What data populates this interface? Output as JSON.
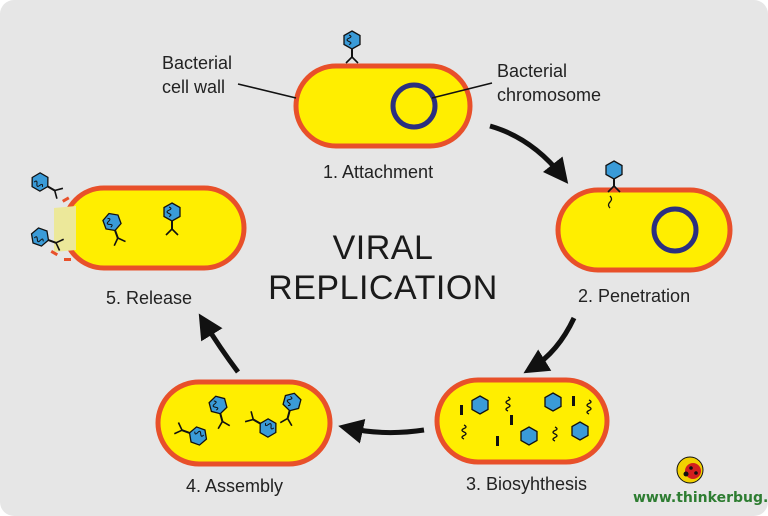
{
  "title_line1": "VIRAL",
  "title_line2": "REPLICATION",
  "labels": {
    "cell_wall_1": "Bacterial",
    "cell_wall_2": "cell wall",
    "chromosome_1": "Bacterial",
    "chromosome_2": "chromosome"
  },
  "steps": [
    {
      "label": "1. Attachment"
    },
    {
      "label": "2. Penetration"
    },
    {
      "label": "3. Biosyhthesis"
    },
    {
      "label": "4. Assembly"
    },
    {
      "label": "5. Release"
    }
  ],
  "brand": "www.thinkerbug.net",
  "colors": {
    "background": "#e6e6e6",
    "cell_fill": "#ffee00",
    "cell_wall": "#e8502a",
    "chromosome": "#2b2f80",
    "virus": "#3a9bd8",
    "arrow": "#111111"
  }
}
